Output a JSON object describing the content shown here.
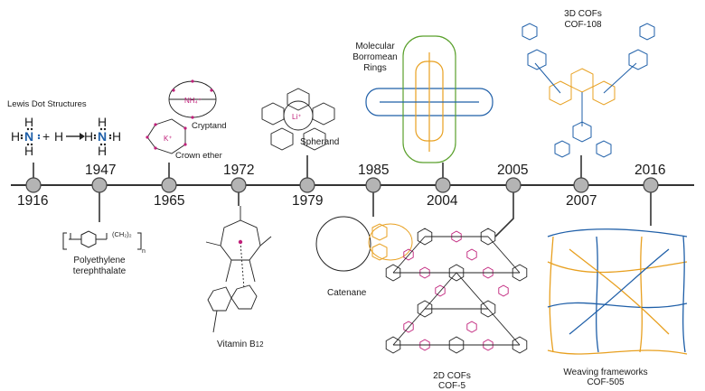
{
  "timeline": {
    "years": [
      {
        "year": "1916"
      },
      {
        "year": "1947"
      },
      {
        "year": "1965"
      },
      {
        "year": "1972"
      },
      {
        "year": "1979"
      },
      {
        "year": "1985"
      },
      {
        "year": "2004"
      },
      {
        "year": "2005"
      },
      {
        "year": "2007"
      },
      {
        "year": "2016"
      }
    ]
  },
  "labels": {
    "lewis": "Lewis Dot Structures",
    "pet_line1": "Polyethylene",
    "pet_line2": "terephthalate",
    "pet_repeat": "(CH₂)₂",
    "pet_n": "n",
    "cryptand": "Cryptand",
    "crown_ether": "Crown ether",
    "vitamin": "Vitamin B",
    "vitamin_sub": "12",
    "spherand": "Spherand",
    "catenane": "Catenane",
    "borromean_1": "Molecular",
    "borromean_2": "Borromean",
    "borromean_3": "Rings",
    "cof2d_1": "2D COFs",
    "cof2d_2": "COF-5",
    "cof3d_1": "3D COFs",
    "cof3d_2": "COF-108",
    "weaving_1": "Weaving frameworks",
    "weaving_2": "COF-505"
  },
  "lewis_formula": {
    "H": "H",
    "N": "N",
    "plus": "+",
    "arrow": "→",
    "nh4": "NH₄⁺",
    "k": "K⁺",
    "li": "Li⁺"
  },
  "colors": {
    "axis": "#333333",
    "node_fill": "#b4b4b4",
    "blue": "#1f5fa8",
    "orange": "#e8a020",
    "green": "#5aa02c",
    "magenta": "#c0207a",
    "dark": "#222222"
  }
}
